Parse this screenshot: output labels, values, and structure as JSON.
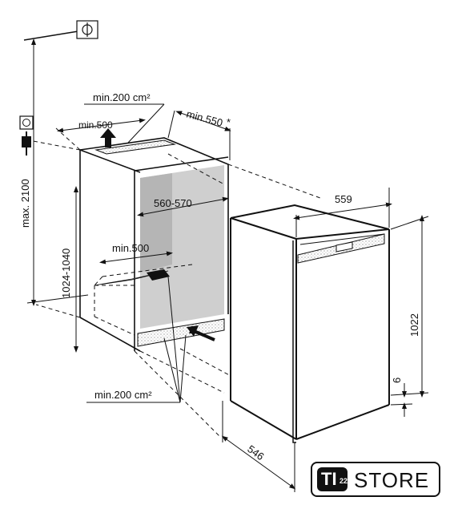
{
  "labels": {
    "vent_top_area": "min.200 cm²",
    "vent_top_width": "min.500",
    "depth_min": "min.550",
    "depth_asterisk": "*",
    "max_height": "max. 2100",
    "niche_height": "1024-1040",
    "niche_width": "560-570",
    "bottom_vent_width": "min.500",
    "bottom_vent_area": "min.200 cm²",
    "appliance_width": "559",
    "appliance_height": "1022",
    "plinth_gap": "6",
    "appliance_depth": "546"
  },
  "logo": {
    "badge": "TI",
    "superscript": "22",
    "word": "STORE"
  },
  "icons": [
    "socket-icon",
    "plug-icon",
    "water-connection-icon",
    "airflow-arrow-icon"
  ],
  "colors": {
    "line": "#111111",
    "niche_shade": "#cfcfcf",
    "niche_shade_dark": "#b5b5b5"
  }
}
